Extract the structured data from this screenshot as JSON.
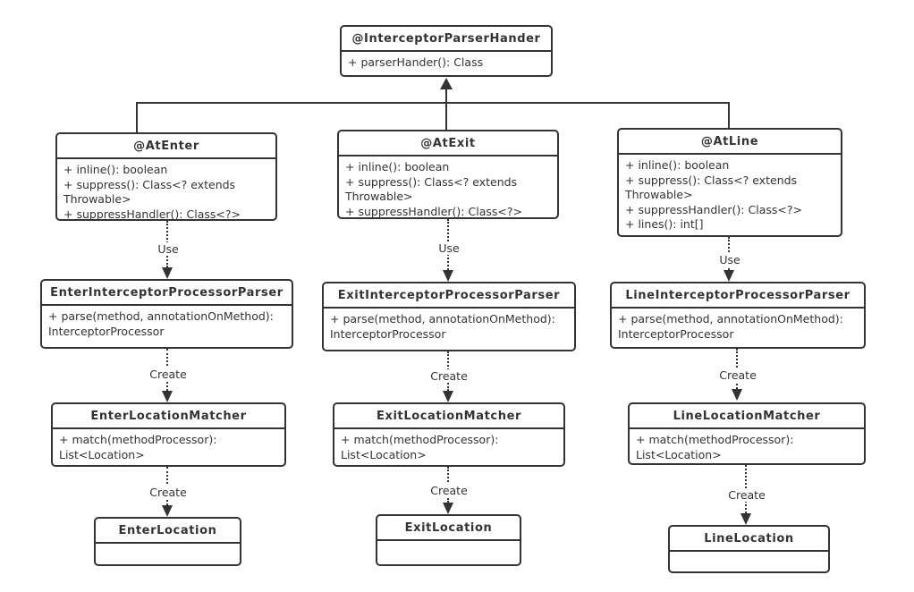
{
  "labels": {
    "use": "Use",
    "create": "Create"
  },
  "colors": {
    "stroke": "#333333",
    "text": "#333333",
    "background": "#ffffff"
  },
  "classes": {
    "root": {
      "name": "@InterceptorParserHander",
      "members": [
        "+ parserHander(): Class"
      ]
    },
    "at_enter": {
      "name": "@AtEnter",
      "members": [
        "+ inline(): boolean",
        "+ suppress(): Class<? extends",
        "Throwable>",
        "+ suppressHandler(): Class<?>"
      ]
    },
    "at_exit": {
      "name": "@AtExit",
      "members": [
        "+ inline(): boolean",
        "+ suppress(): Class<? extends",
        "Throwable>",
        "+ suppressHandler(): Class<?>"
      ]
    },
    "at_line": {
      "name": "@AtLine",
      "members": [
        "+ inline(): boolean",
        "+ suppress(): Class<? extends",
        "Throwable>",
        "+ suppressHandler(): Class<?>",
        "+ lines(): int[]"
      ]
    },
    "enter_parser": {
      "name": "EnterInterceptorProcessorParser",
      "members": [
        "+ parse(method, annotationOnMethod):",
        "InterceptorProcessor"
      ]
    },
    "exit_parser": {
      "name": "ExitInterceptorProcessorParser",
      "members": [
        "+ parse(method, annotationOnMethod):",
        "InterceptorProcessor"
      ]
    },
    "line_parser": {
      "name": "LineInterceptorProcessorParser",
      "members": [
        "+ parse(method, annotationOnMethod):",
        "InterceptorProcessor"
      ]
    },
    "enter_matcher": {
      "name": "EnterLocationMatcher",
      "members": [
        "+ match(methodProcessor):",
        "List<Location>"
      ]
    },
    "exit_matcher": {
      "name": "ExitLocationMatcher",
      "members": [
        "+ match(methodProcessor):",
        "List<Location>"
      ]
    },
    "line_matcher": {
      "name": "LineLocationMatcher",
      "members": [
        "+ match(methodProcessor):",
        "List<Location>"
      ]
    },
    "enter_location": {
      "name": "EnterLocation",
      "members": []
    },
    "exit_location": {
      "name": "ExitLocation",
      "members": []
    },
    "line_location": {
      "name": "LineLocation",
      "members": []
    }
  }
}
